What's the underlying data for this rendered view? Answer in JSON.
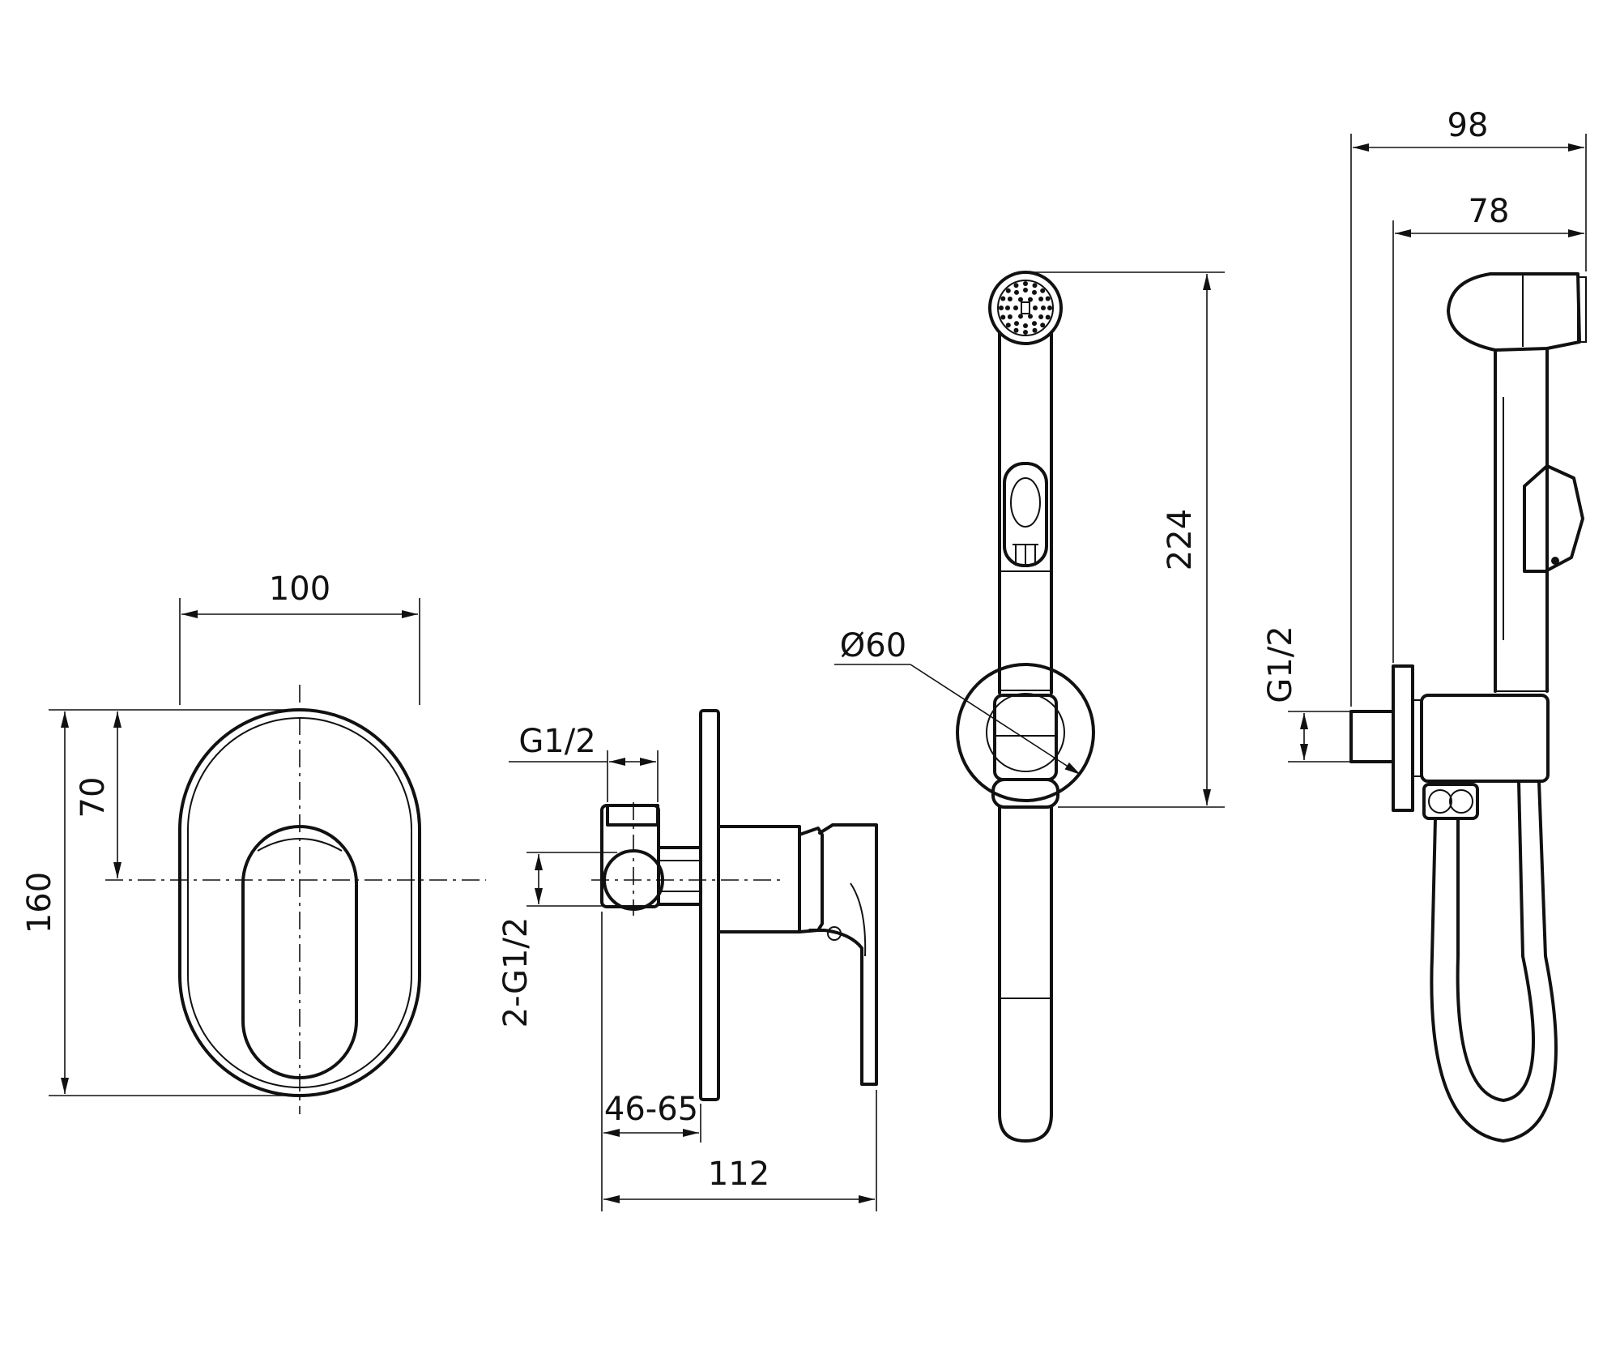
{
  "diagram": {
    "dimensions": {
      "plate_width": "100",
      "plate_height": "160",
      "handle_offset": "70",
      "inlet_thread": "G1/2",
      "outlet_threads": "2-G1/2",
      "wall_depth": "46-65",
      "mixer_depth": "112",
      "holder_diameter": "Ø60",
      "shower_length": "224",
      "side_outlet_thread": "G1/2",
      "total_projection": "98",
      "holder_projection": "78"
    }
  }
}
